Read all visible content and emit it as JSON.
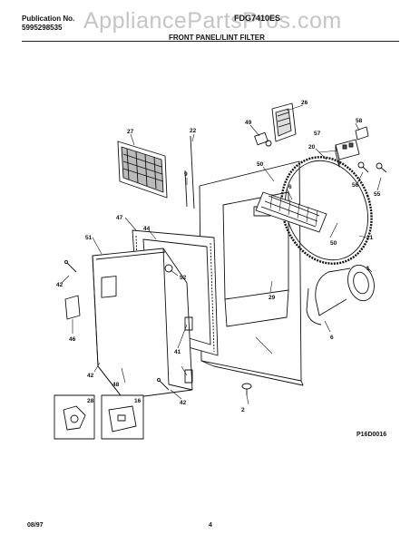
{
  "header": {
    "publication_label": "Publication No.",
    "publication_number": "5995298535",
    "model": "FDG7410ES",
    "section_title": "FRONT PANEL/LINT FILTER"
  },
  "watermark": "AppliancePartsPros.com",
  "reference_code": "P16D0016",
  "footer": {
    "date": "08/97",
    "page": "4"
  },
  "callouts": {
    "c26": "26",
    "c49": "49",
    "c58": "58",
    "c57": "57",
    "c20": "20",
    "c27": "27",
    "c22": "22",
    "c9": "9",
    "c50a": "50",
    "c6a": "6",
    "c56": "56",
    "c55": "55",
    "c47": "47",
    "c44": "44",
    "c51": "51",
    "c50b": "50",
    "c21": "21",
    "c1": "1",
    "c52": "52",
    "c29": "29",
    "c42a": "42",
    "c6b": "6",
    "c46": "46",
    "c41": "41",
    "c42b": "42",
    "c48": "48",
    "c2": "2",
    "c42c": "42",
    "c28": "28",
    "c16": "16"
  }
}
